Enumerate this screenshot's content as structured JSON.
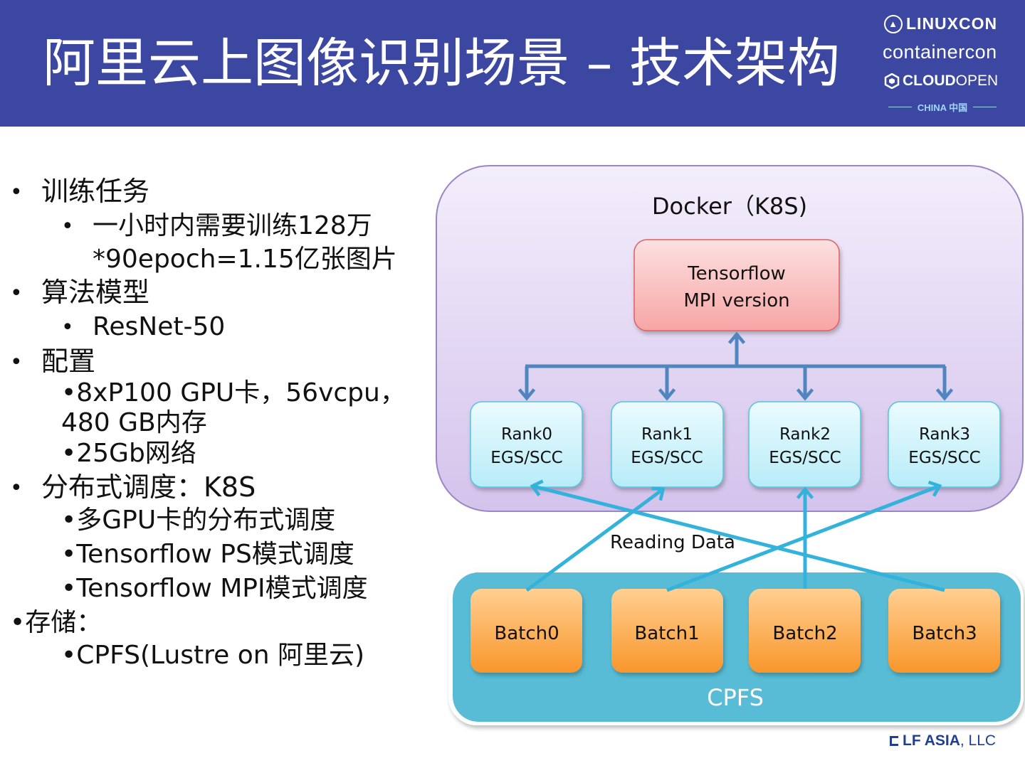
{
  "header": {
    "title": "阿里云上图像识别场景 – 技术架构",
    "brand": {
      "linuxcon": "LINUXCON",
      "containercon": "containercon",
      "cloudopen_bold": "CLOUD",
      "cloudopen_rest": "OPEN",
      "china": "CHINA 中国"
    }
  },
  "bullets": {
    "item1": {
      "marker": "•",
      "text": "训练任务"
    },
    "item1_sub1_marker": "•",
    "item1_sub1_line1": "一小时内需要训练128万",
    "item1_sub1_line2": "*90epoch=1.15亿张图片",
    "item2": {
      "marker": "•",
      "text": "算法模型"
    },
    "item2_sub1_marker": "•",
    "item2_sub1": "ResNet-50",
    "item3": {
      "marker": "•",
      "text": "配置"
    },
    "item3_sub1_line1": "•8xP100 GPU卡，56vcpu，",
    "item3_sub1_line2": "480 GB内存",
    "item3_sub2": "•25Gb网络",
    "item4": {
      "marker": "•",
      "text": "分布式调度：K8S"
    },
    "item4_sub1": "•多GPU卡的分布式调度",
    "item4_sub2": "•Tensorflow PS模式调度",
    "item4_sub3": "•Tensorflow MPI模式调度",
    "item5": "•存储：",
    "item5_sub1": "•CPFS(Lustre on 阿里云)"
  },
  "diagram": {
    "docker_label": "Docker（K8S)",
    "tensorflow": {
      "line1": "Tensorflow",
      "line2": "MPI version"
    },
    "ranks": [
      {
        "line1": "Rank0",
        "line2": "EGS/SCC"
      },
      {
        "line1": "Rank1",
        "line2": "EGS/SCC"
      },
      {
        "line1": "Rank2",
        "line2": "EGS/SCC"
      },
      {
        "line1": "Rank3",
        "line2": "EGS/SCC"
      }
    ],
    "reading_data": "Reading Data",
    "batches": [
      "Batch0",
      "Batch1",
      "Batch2",
      "Batch3"
    ],
    "cpfs_label": "CPFS",
    "colors": {
      "docker_fill": "#e2d6f3",
      "docker_stroke": "#9a86c4",
      "tf_fill": "#f9b6b6",
      "tf_stroke": "#e06060",
      "rank_fill": "#d6f4fb",
      "rank_stroke": "#54c4e0",
      "batch_fill": "#fba54a",
      "cpfs_fill": "#58bcd6",
      "arrow_tree": "#4f86c0",
      "arrow_read": "#33b2dc"
    }
  },
  "footer": {
    "lf": "LF ASIA",
    "llc": ", LLC"
  }
}
